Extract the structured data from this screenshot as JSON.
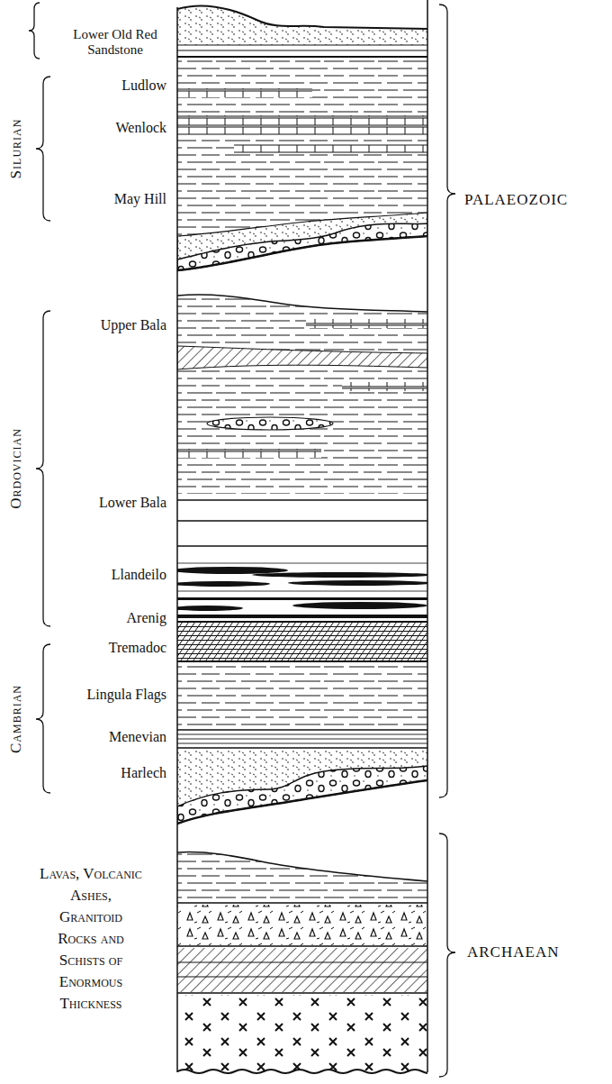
{
  "diagram": {
    "labels": [
      "Lower Old Red Sandstone",
      "Silurian",
      "Ludlow",
      "Wenlock",
      "May Hill",
      "Ordovician",
      "Upper Bala",
      "Lower Bala",
      "Llandeilo",
      "Arenig",
      "Cambrian",
      "Tremadoc",
      "Lingula Flags",
      "Menevian",
      "Harlech",
      "PALAEOZOIC",
      "Lavas, Volcanic Ashes, Granitoid Rocks and Schists of Enormous Thickness",
      "ARCHAEAN"
    ]
  }
}
